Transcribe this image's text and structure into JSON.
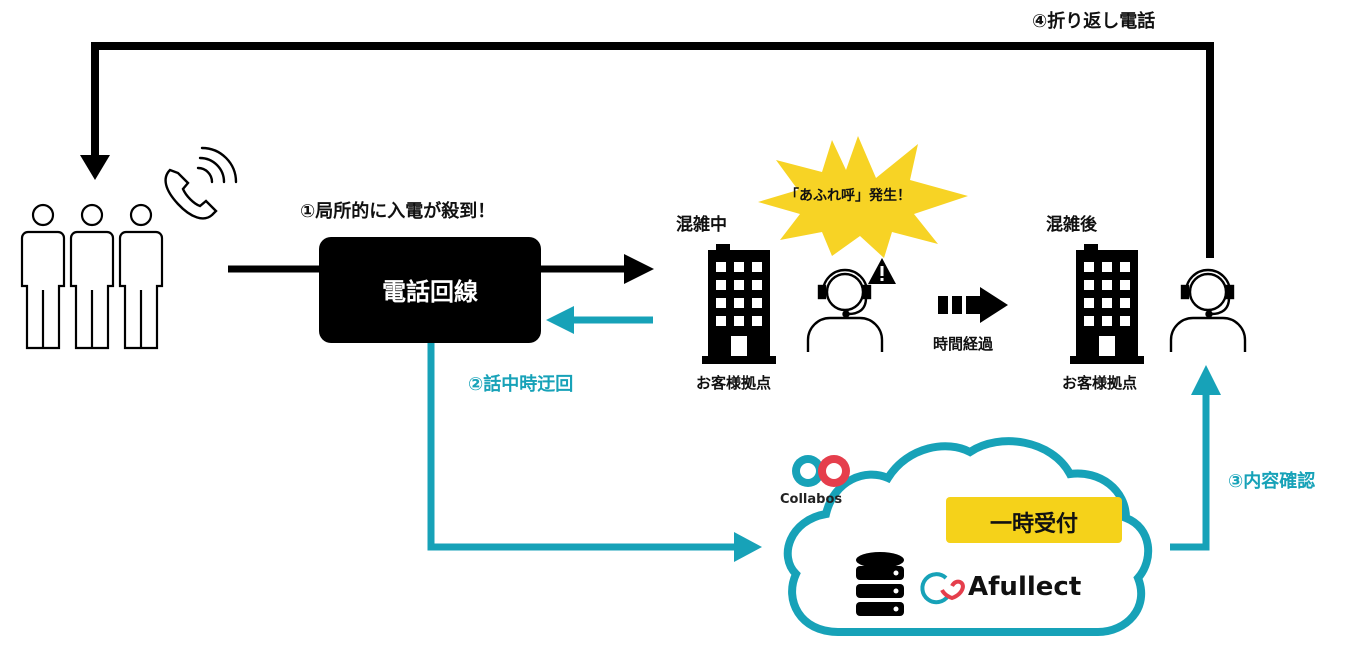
{
  "colors": {
    "teal": "#17a2b8",
    "black": "#000000",
    "burst": "#f7d325",
    "badge": "#f5d21a",
    "brand_red": "#e53e4c",
    "brand_blue": "#17a2b8"
  },
  "steps": {
    "step1": "①局所的に入電が殺到！",
    "step2": "②話中時迂回",
    "step3": "③内容確認",
    "step4": "④折り返し電話"
  },
  "phone_line": {
    "label": "電話回線"
  },
  "site_busy": {
    "state": "混雑中",
    "label": "お客様拠点"
  },
  "site_after": {
    "state": "混雑後",
    "label": "お客様拠点"
  },
  "burst": {
    "text": "「あふれ呼」発生！"
  },
  "time_passing": "時間経過",
  "cloud": {
    "badge": "一時受付",
    "product": "Afullect",
    "brand": "Collabos"
  },
  "icons": {
    "customers": "people-group-icon",
    "phone": "ringing-phone-icon",
    "building": "office-building-icon",
    "operator": "headset-operator-icon",
    "warning": "warning-icon",
    "database": "database-icon"
  }
}
